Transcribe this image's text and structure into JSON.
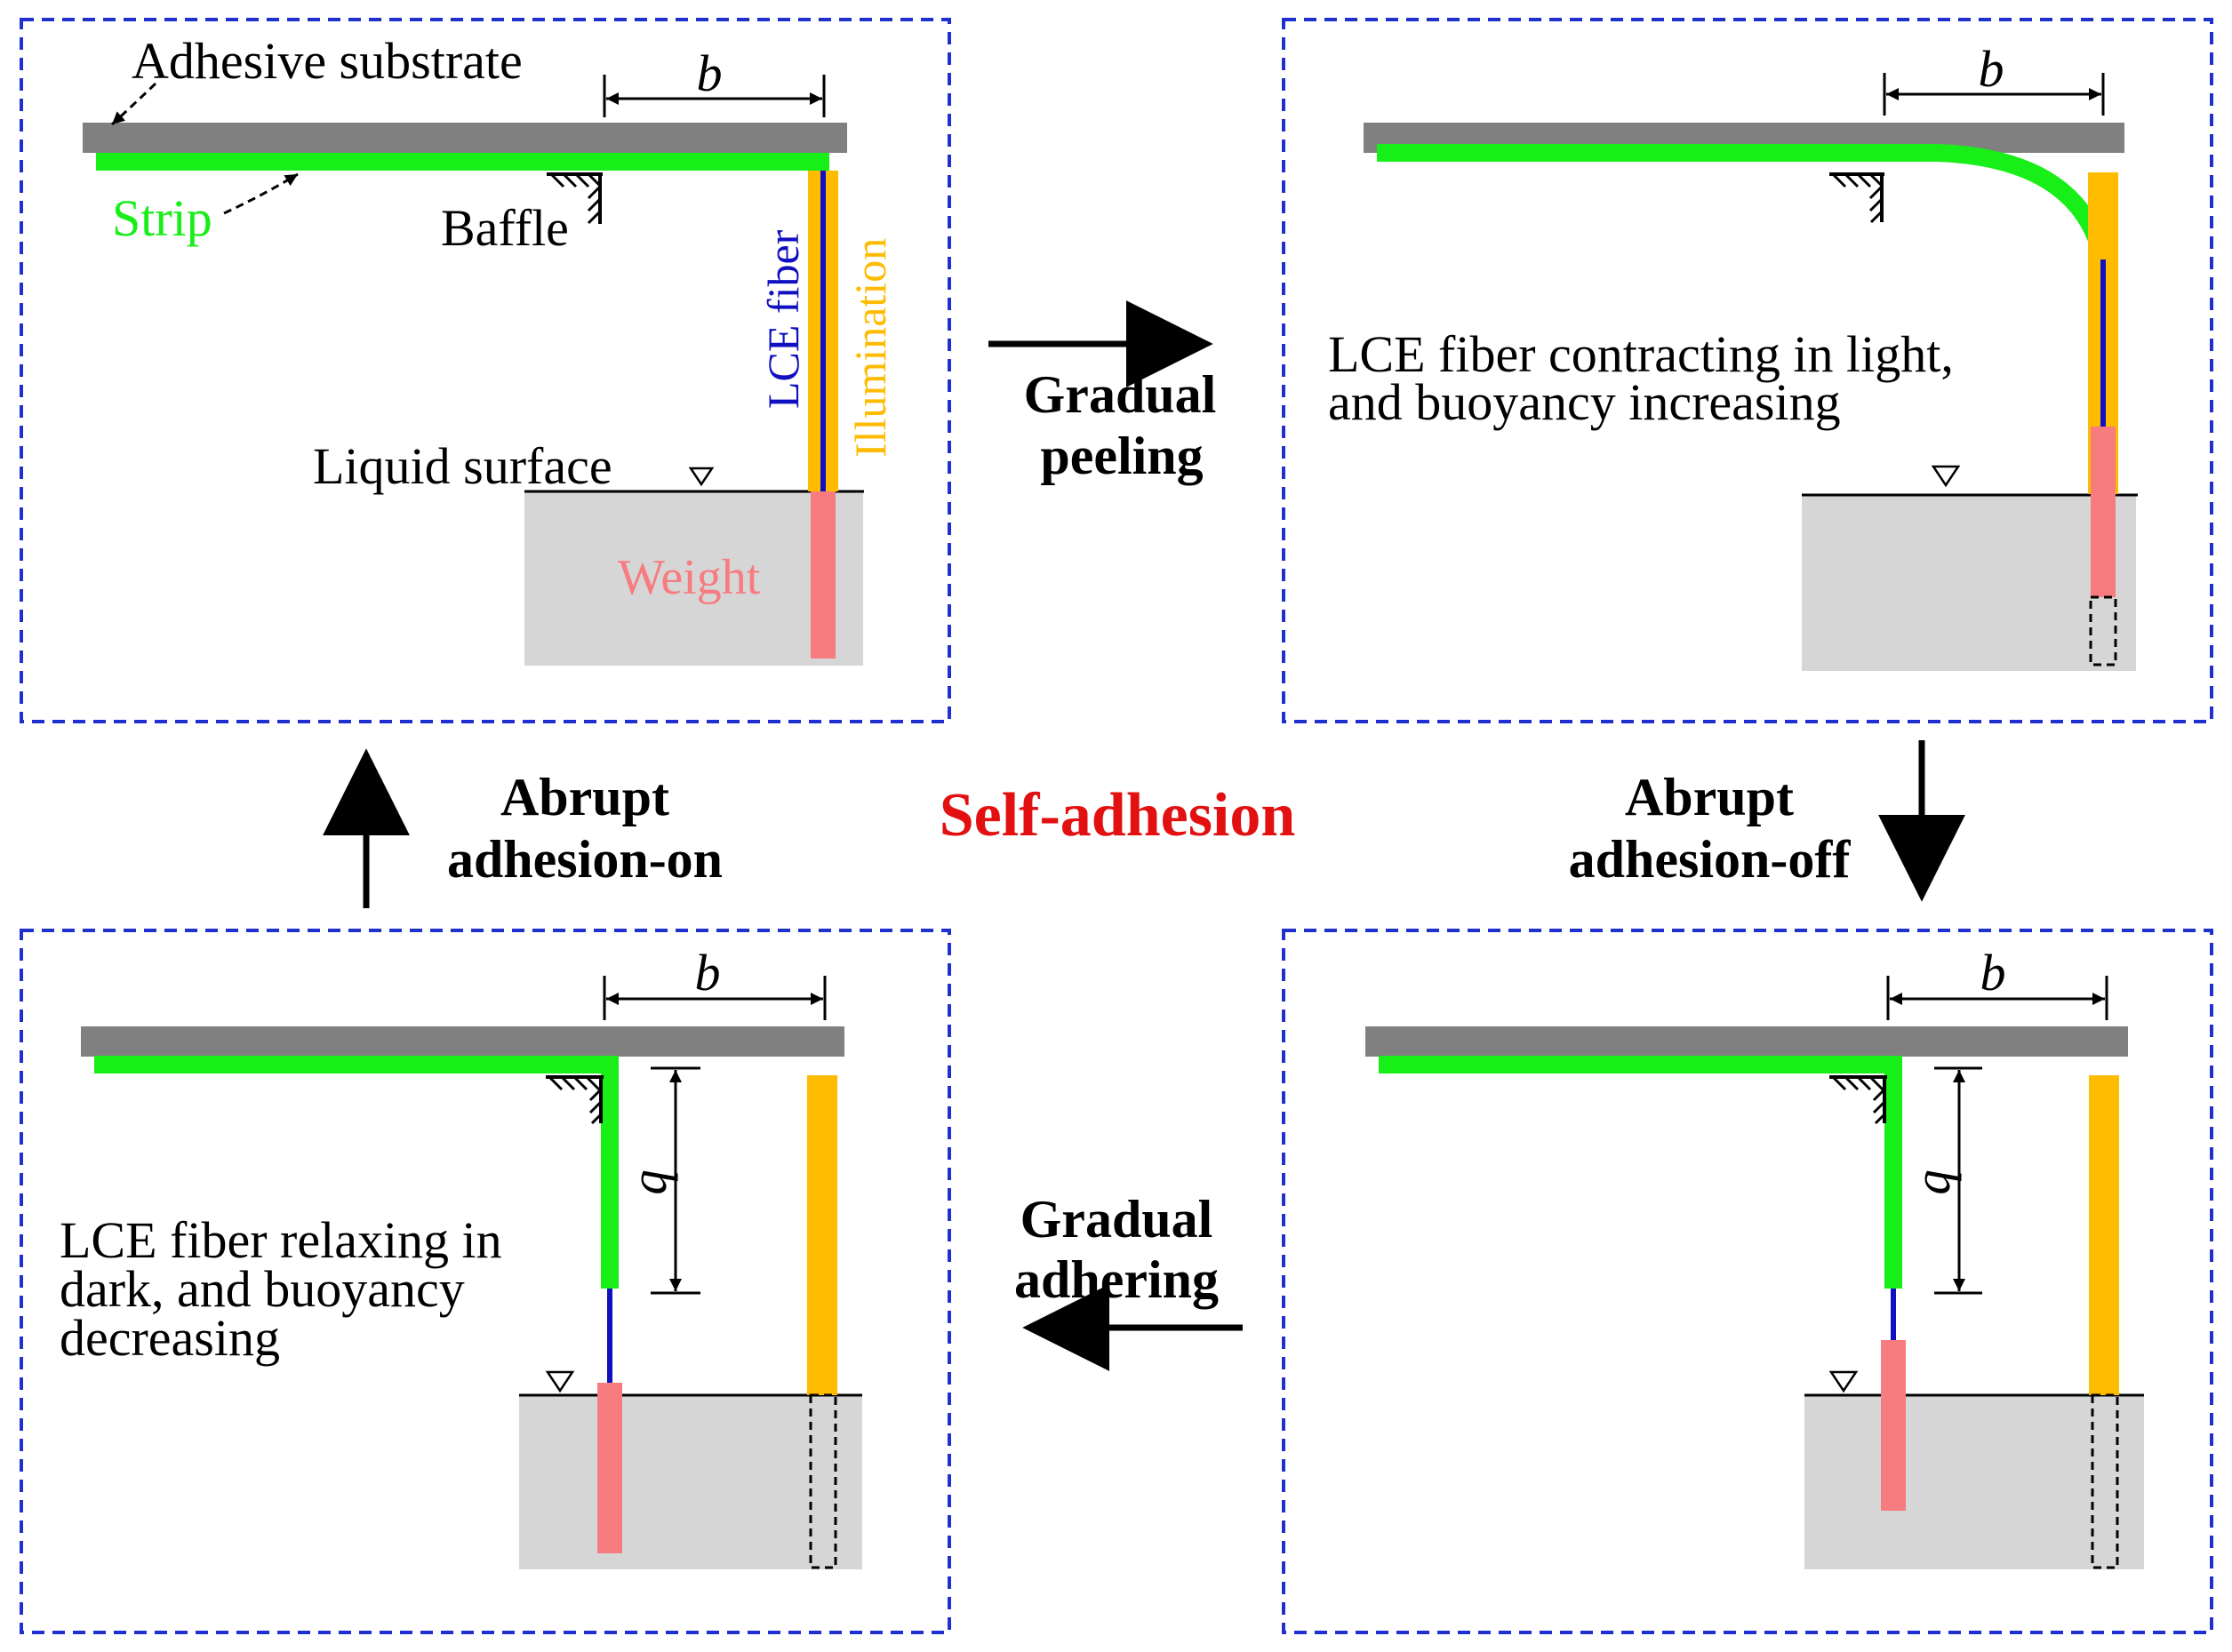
{
  "colors": {
    "frame": "#1f2fd0",
    "substrate": "#808080",
    "strip": "#18ee18",
    "fiber": "#1010c0",
    "illumination": "#ffbb00",
    "weight": "#f77c80",
    "liquid": "#d6d6d6",
    "center_title": "#e21010"
  },
  "center_title": "Self-adhesion",
  "panel_tl": {
    "adhesive_substrate": "Adhesive substrate",
    "strip": "Strip",
    "baffle": "Baffle",
    "lce_fiber": "LCE fiber",
    "illumination": "Illumination",
    "liquid_surface": "Liquid surface",
    "weight": "Weight",
    "dim_b": "b"
  },
  "panel_tr": {
    "caption_line1": "LCE fiber contracting in light,",
    "caption_line2": "and buoyancy increasing",
    "dim_b": "b"
  },
  "panel_bl": {
    "caption_line1": "LCE fiber relaxing in",
    "caption_line2": "dark, and buoyancy",
    "caption_line3": "decreasing",
    "dim_b_horizontal": "b",
    "dim_b_vertical": "b"
  },
  "panel_br": {
    "dim_b_horizontal": "b",
    "dim_b_vertical": "b"
  },
  "transitions": {
    "top_line1": "Gradual",
    "top_line2": "peeling",
    "right_line1": "Abrupt",
    "right_line2": "adhesion-off",
    "bottom_line1": "Gradual",
    "bottom_line2": "adhering",
    "left_line1": "Abrupt",
    "left_line2": "adhesion-on"
  },
  "icons": {
    "liquid_level": "inverted-triangle-marker",
    "baffle": "hatched-wall-symbol",
    "arrow": "solid-arrow"
  }
}
